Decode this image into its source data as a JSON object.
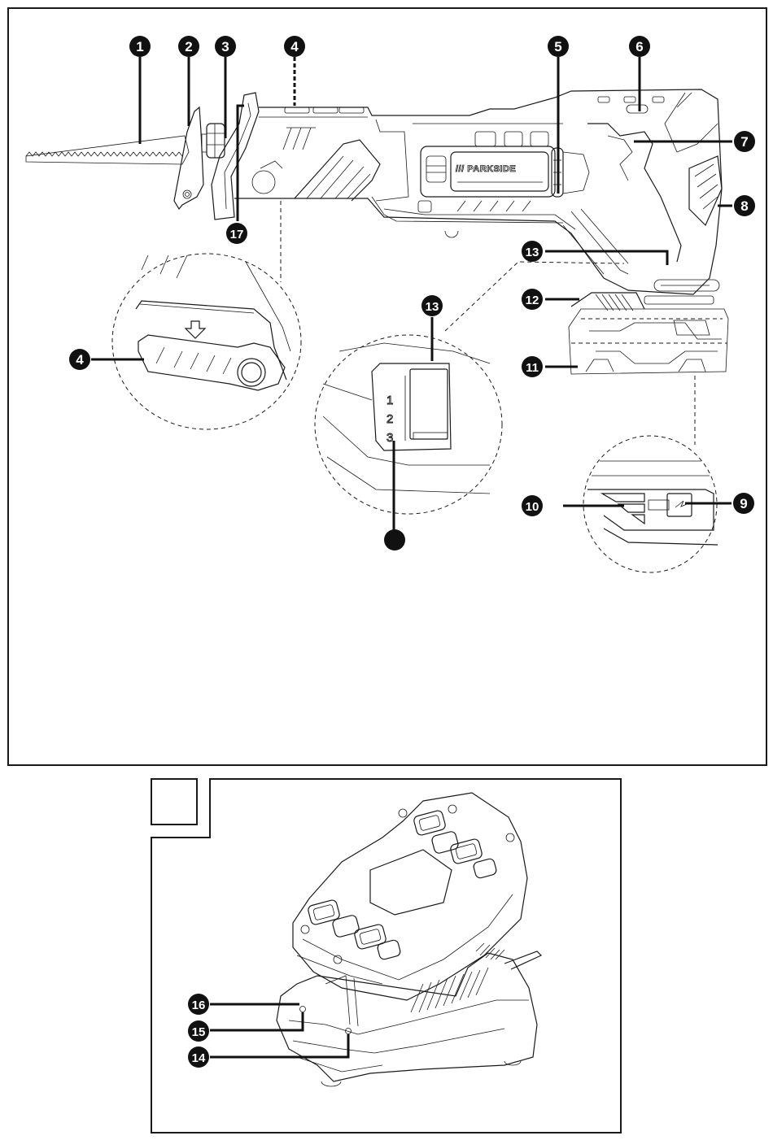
{
  "figure_a": {
    "callouts": [
      {
        "id": "1",
        "label": "1",
        "part": "saw-blade"
      },
      {
        "id": "2",
        "label": "2",
        "part": "shoe-plate"
      },
      {
        "id": "3",
        "label": "3",
        "part": "blade-clamp"
      },
      {
        "id": "4",
        "label": "4",
        "part": "shoe-release-lever"
      },
      {
        "id": "5",
        "label": "5",
        "part": "direction-switch"
      },
      {
        "id": "6",
        "label": "6",
        "part": "switch-lock"
      },
      {
        "id": "7",
        "label": "7",
        "part": "on-off-trigger"
      },
      {
        "id": "8",
        "label": "8",
        "part": "handle"
      },
      {
        "id": "9",
        "label": "9",
        "part": "charge-indicator-button"
      },
      {
        "id": "10",
        "label": "10",
        "part": "charge-level-display"
      },
      {
        "id": "11",
        "label": "11",
        "part": "battery-pack"
      },
      {
        "id": "12",
        "label": "12",
        "part": "battery-release-button"
      },
      {
        "id": "13",
        "label": "13",
        "part": "speed-selector"
      },
      {
        "id": "13b",
        "label": "13",
        "part": "speed-selector-detail"
      },
      {
        "id": "4b",
        "label": "4",
        "part": "shoe-release-lever-detail"
      },
      {
        "id": "17",
        "label": "17",
        "part": "work-light"
      },
      {
        "id": "blank",
        "label": "",
        "part": "unlabelled-marker"
      }
    ],
    "brand_label": "/// PARKSIDE",
    "speed_positions": [
      "1",
      "2",
      "3"
    ]
  },
  "figure_b": {
    "figure_letter": "",
    "callouts": [
      {
        "id": "16",
        "label": "16",
        "part": "charger"
      },
      {
        "id": "15",
        "label": "15",
        "part": "red-indicator-light"
      },
      {
        "id": "14",
        "label": "14",
        "part": "green-indicator-light"
      }
    ]
  }
}
